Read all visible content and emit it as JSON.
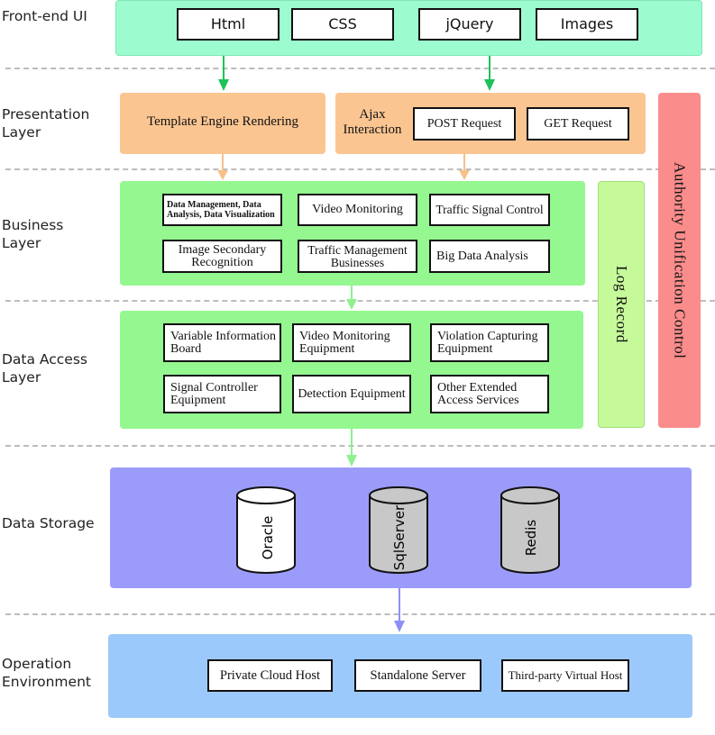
{
  "layers": {
    "frontend": "Front-end UI",
    "presentation": "Presentation\nLayer",
    "business": "Business\nLayer",
    "data_access": "Data Access\nLayer",
    "storage": "Data Storage",
    "operation": "Operation\nEnvironment"
  },
  "frontend": {
    "items": [
      "Html",
      "CSS",
      "jQuery",
      "Images"
    ]
  },
  "presentation": {
    "template": "Template Engine Rendering",
    "ajax": "Ajax\nInteraction",
    "post": "POST Request",
    "get": "GET Request"
  },
  "business": {
    "items": [
      "Data Management, Data Analysis, Data Visualization",
      "Video Monitoring",
      "Traffic Signal Control",
      "Image Secondary Recognition",
      "Traffic Management Businesses",
      "Big Data Analysis"
    ]
  },
  "data_access": {
    "items": [
      "Variable Information Board",
      "Video Monitoring Equipment",
      "Violation Capturing Equipment",
      "Signal Controller Equipment",
      "Detection Equipment",
      "Other Extended Access Services"
    ]
  },
  "side": {
    "log": "Log Record",
    "authority": "Authority Unification Control"
  },
  "storage": {
    "db1": "Oracle",
    "db2": "SqlServer",
    "db3": "Redis"
  },
  "operation": {
    "items": [
      "Private Cloud Host",
      "Standalone Server",
      "Third-party Virtual Host"
    ]
  },
  "colors": {
    "frontend": "#9dfccf",
    "presentation": "#fbc592",
    "business": "#94f790",
    "log": "#c6f99a",
    "authority": "#fa8c8c",
    "storage": "#9b9bfa",
    "operation": "#9cc9fb",
    "arrow_green": "#1ec25a",
    "arrow_orange": "#f7c08a",
    "arrow_lightgreen": "#8ef08e",
    "arrow_purple": "#8f8ff7"
  }
}
